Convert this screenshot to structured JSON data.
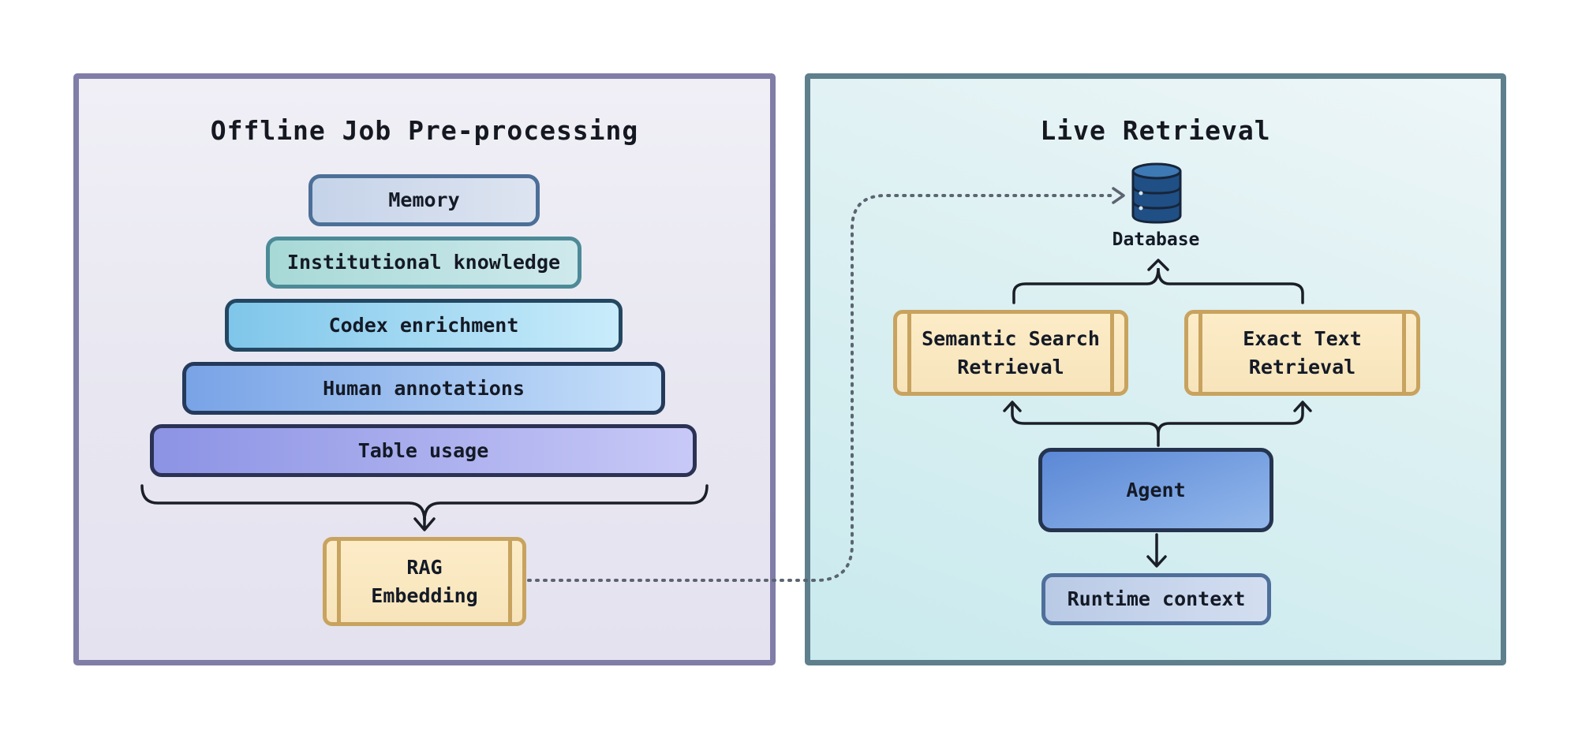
{
  "left_panel": {
    "title": "Offline Job Pre-processing",
    "tiers": [
      "Memory",
      "Institutional knowledge",
      "Codex enrichment",
      "Human annotations",
      "Table usage"
    ],
    "output": {
      "line1": "RAG",
      "line2": "Embedding"
    }
  },
  "right_panel": {
    "title": "Live Retrieval",
    "database_label": "Database",
    "semantic": {
      "line1": "Semantic Search",
      "line2": "Retrieval"
    },
    "exact": {
      "line1": "Exact Text",
      "line2": "Retrieval"
    },
    "agent_label": "Agent",
    "runtime_label": "Runtime context"
  },
  "icons": {
    "database": "database-icon",
    "arrows": "arrow-icon"
  },
  "colors": {
    "left_border": "#807ea7",
    "right_border": "#5f7f8d",
    "process_box": "#c8a35f",
    "agent": "#5b88d6"
  }
}
